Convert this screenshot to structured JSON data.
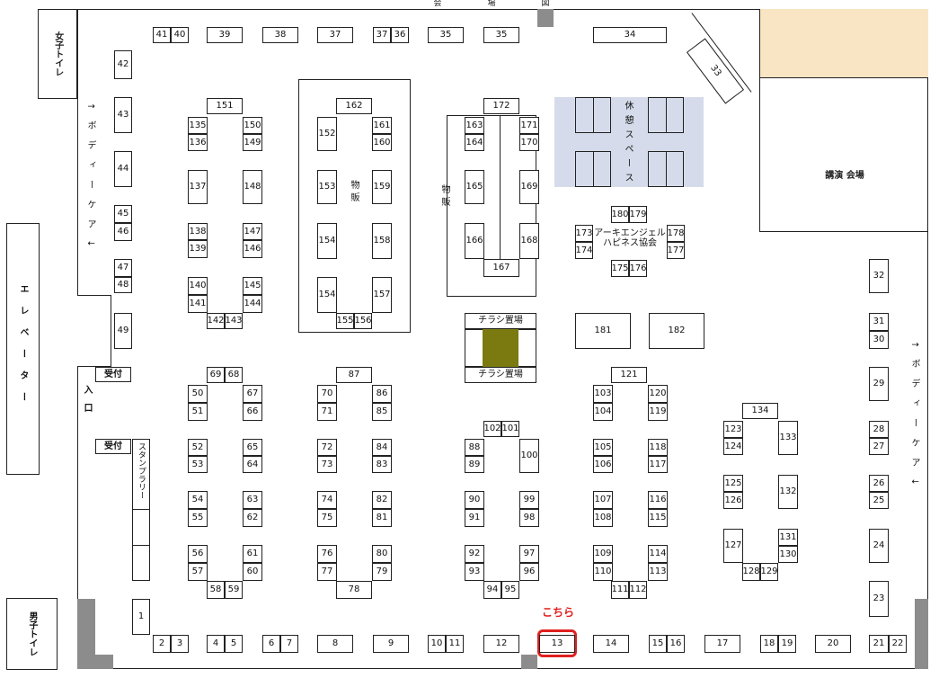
{
  "title_chars": [
    "会",
    "場",
    "図"
  ],
  "restroom_female": "女子トイレ",
  "restroom_male": "男子トイレ",
  "elevator": "エレベーター",
  "body_care_left": "↑ボディーケア↓",
  "body_care_right": "↑ボディーケア↓",
  "reception": "受付",
  "entrance": "入口",
  "stamp_rally": "スタンプラリー",
  "merch_1": "物販",
  "merch_2": "物販",
  "rest_space": "休憩スペース",
  "lecture_hall": "講演 会場",
  "flyer_top": "チラシ置場",
  "flyer_bottom": "チラシ置場",
  "association": "アーキエンジェル\nハピネス協会",
  "callout": "こちら",
  "colors": {
    "highlight": "#e02020",
    "flyer": "#7a7a10",
    "rest": "#d5dbea",
    "lecture_tint": "#f9e5c4",
    "gray": "#8c8c8c"
  },
  "booths": {
    "b1": "1",
    "b2": "2",
    "b3": "3",
    "b4": "4",
    "b5": "5",
    "b6": "6",
    "b7": "7",
    "b8": "8",
    "b9": "9",
    "b10": "10",
    "b11": "11",
    "b12": "12",
    "b13": "13",
    "b14": "14",
    "b15": "15",
    "b16": "16",
    "b17": "17",
    "b18": "18",
    "b19": "19",
    "b20": "20",
    "b21": "21",
    "b22": "22",
    "b23": "23",
    "b24": "24",
    "b25": "25",
    "b26": "26",
    "b27": "27",
    "b28": "28",
    "b29": "29",
    "b30": "30",
    "b31": "31",
    "b32": "32",
    "b33": "33",
    "b34": "34",
    "b35a": "35",
    "b35b": "35",
    "b36": "36",
    "b37a": "37",
    "b37b": "37",
    "b38": "38",
    "b39": "39",
    "b40": "40",
    "b41": "41",
    "b42": "42",
    "b43": "43",
    "b44": "44",
    "b45": "45",
    "b46": "46",
    "b47": "47",
    "b48": "48",
    "b49": "49",
    "b50": "50",
    "b51": "51",
    "b52": "52",
    "b53": "53",
    "b54": "54",
    "b55": "55",
    "b56": "56",
    "b57": "57",
    "b58": "58",
    "b59": "59",
    "b60": "60",
    "b61": "61",
    "b62": "62",
    "b63": "63",
    "b64": "64",
    "b65": "65",
    "b66": "66",
    "b67": "67",
    "b68": "68",
    "b69": "69",
    "b70": "70",
    "b71": "71",
    "b72": "72",
    "b73": "73",
    "b74": "74",
    "b75": "75",
    "b76": "76",
    "b77": "77",
    "b78": "78",
    "b79": "79",
    "b80": "80",
    "b81": "81",
    "b82": "82",
    "b83": "83",
    "b84": "84",
    "b85": "85",
    "b86": "86",
    "b87": "87",
    "b88": "88",
    "b89": "89",
    "b90": "90",
    "b91": "91",
    "b92": "92",
    "b93": "93",
    "b94": "94",
    "b95": "95",
    "b96": "96",
    "b97": "97",
    "b98": "98",
    "b99": "99",
    "b100": "100",
    "b101": "101",
    "b102": "102",
    "b103": "103",
    "b104": "104",
    "b105": "105",
    "b106": "106",
    "b107": "107",
    "b108": "108",
    "b109": "109",
    "b110": "110",
    "b111": "111",
    "b112": "112",
    "b113": "113",
    "b114": "114",
    "b115": "115",
    "b116": "116",
    "b117": "117",
    "b118": "118",
    "b119": "119",
    "b120": "120",
    "b121": "121",
    "b123": "123",
    "b124": "124",
    "b125": "125",
    "b126": "126",
    "b127": "127",
    "b128": "128",
    "b129": "129",
    "b130": "130",
    "b131": "131",
    "b132": "132",
    "b133": "133",
    "b134": "134",
    "b135": "135",
    "b136": "136",
    "b137": "137",
    "b138": "138",
    "b139": "139",
    "b140": "140",
    "b141": "141",
    "b142": "142",
    "b143": "143",
    "b144": "144",
    "b145": "145",
    "b146": "146",
    "b147": "147",
    "b148": "148",
    "b149": "149",
    "b150": "150",
    "b151": "151",
    "b152": "152",
    "b153": "153",
    "b154a": "154",
    "b154b": "154",
    "b155": "155",
    "b156": "156",
    "b157": "157",
    "b158": "158",
    "b159": "159",
    "b160": "160",
    "b161": "161",
    "b162": "162",
    "b163": "163",
    "b164": "164",
    "b165": "165",
    "b166": "166",
    "b167": "167",
    "b168": "168",
    "b169": "169",
    "b170": "170",
    "b171": "171",
    "b172": "172",
    "b173": "173",
    "b174": "174",
    "b175": "175",
    "b176": "176",
    "b177": "177",
    "b178": "178",
    "b179": "179",
    "b180": "180",
    "b181": "181",
    "b182": "182"
  }
}
